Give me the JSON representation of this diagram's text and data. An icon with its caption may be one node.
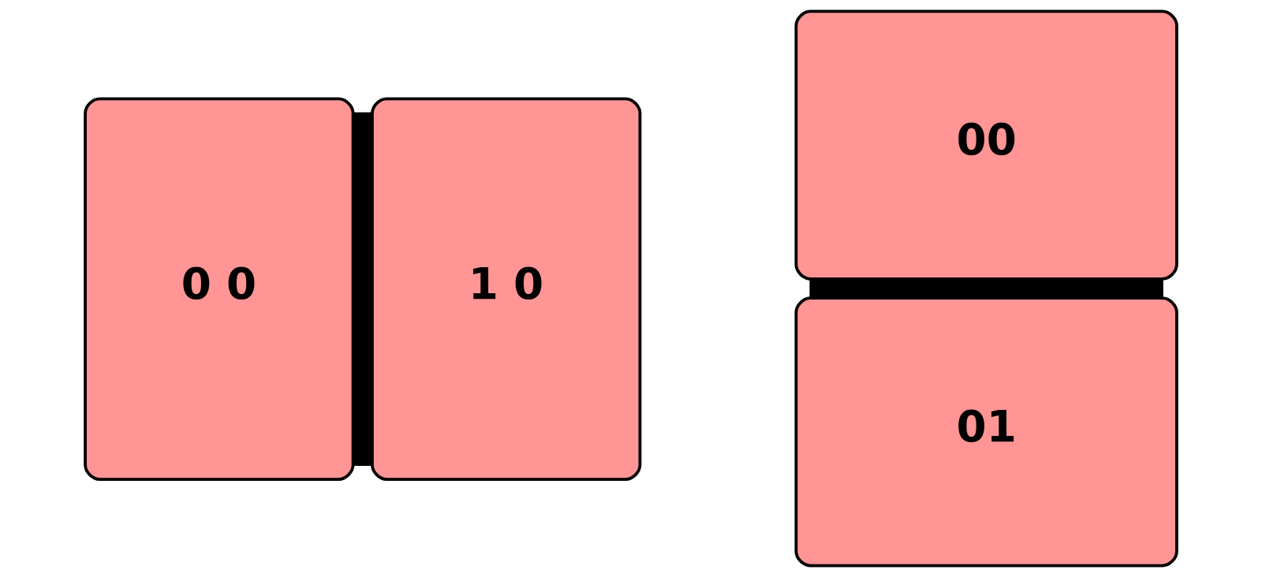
{
  "diagram": {
    "nodes": [
      {
        "text": [
          "0 0"
        ]
      },
      {
        "text": [
          "1 0"
        ]
      },
      {
        "text": [
          "00"
        ]
      },
      {
        "text": [
          "01"
        ]
      }
    ],
    "edges": [
      {
        "from": 0,
        "to": 1,
        "arrow": "none"
      },
      {
        "from": 2,
        "to": 3,
        "arrow": "none"
      }
    ]
  }
}
